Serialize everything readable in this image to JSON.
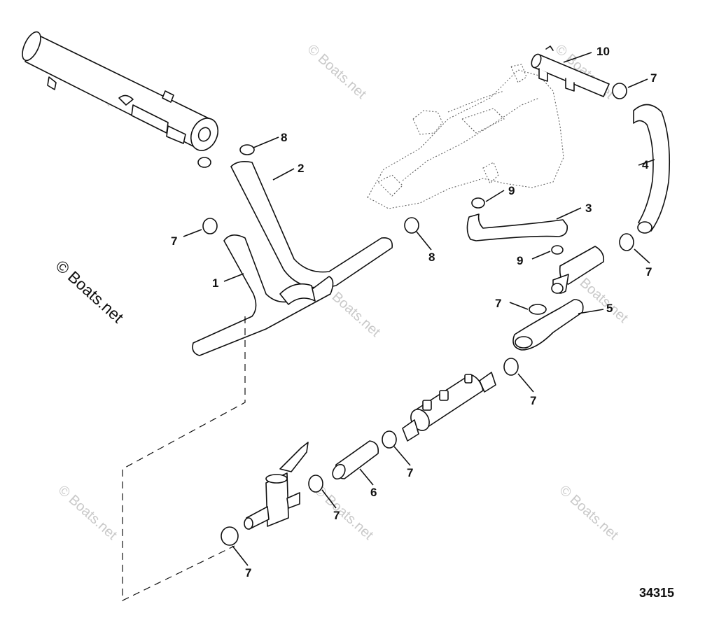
{
  "diagram": {
    "figure_number": "34315",
    "copyright_text": "© Boats.net",
    "watermark_text": "© Boats.net",
    "callouts": [
      "1",
      "2",
      "3",
      "4",
      "5",
      "6",
      "7",
      "8",
      "9",
      "10",
      "7",
      "7",
      "7",
      "7",
      "7",
      "7",
      "7",
      "8",
      "9"
    ]
  }
}
